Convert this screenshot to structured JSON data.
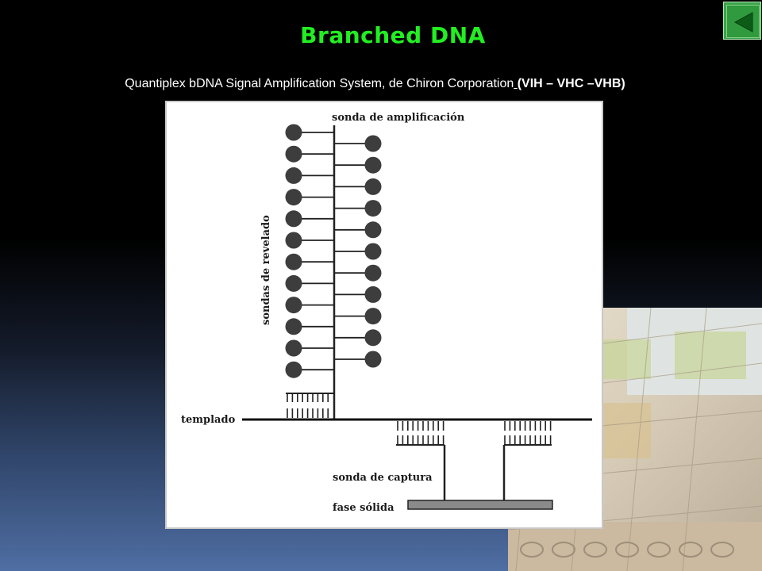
{
  "slide": {
    "title": "Branched DNA",
    "subtitle_main": "Quantiplex bDNA Signal Amplification System, de Chiron Corporation",
    "subtitle_space": " ",
    "subtitle_bold": "(VIH – VHC –VHB)"
  },
  "nav": {
    "back_icon": "back-triangle-icon",
    "color": "#3aa34a"
  },
  "diagram": {
    "label_amplification": "sonda de amplificación",
    "label_revelado": "sondas de revelado",
    "label_templado": "templado",
    "label_captura": "sonda de captura",
    "label_solida": "fase sólida",
    "probe_count_left": 12,
    "probe_count_right": 11
  },
  "colors": {
    "title": "#22ee22",
    "subtitle": "#ffffff",
    "probe": "#3d3d3d",
    "solid_phase": "#8a8a8a"
  }
}
